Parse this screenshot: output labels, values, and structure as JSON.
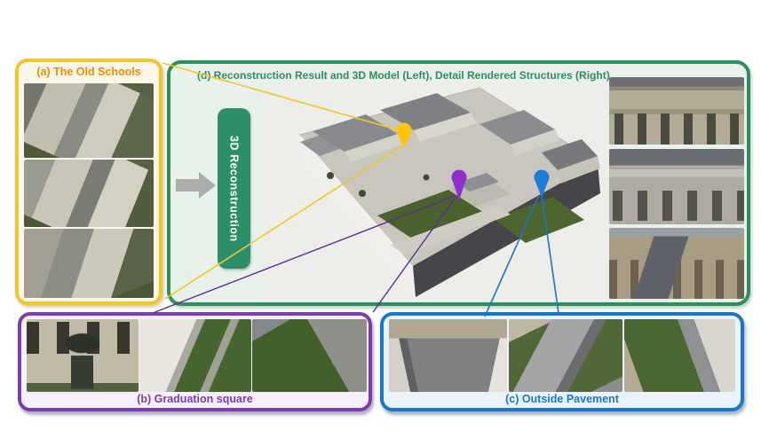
{
  "panels": {
    "a": {
      "label": "(a) The Old Schools",
      "border_color": "#F2C42D",
      "title_color": "#F18A00",
      "photos": [
        "aerial-old-schools-wide",
        "aerial-old-schools-courtyard",
        "aerial-old-schools-closeup"
      ]
    },
    "b": {
      "label": "(b) Graduation square",
      "border_color": "#7B3EA8",
      "title_color": "#7B3EA8",
      "photos": [
        "statue-and-facade",
        "lawn-with-white-buildings",
        "aerial-lawn-corner"
      ]
    },
    "c": {
      "label": "(c) Outside Pavement",
      "border_color": "#1B76C5",
      "title_color": "#1B76C5",
      "photos": [
        "aerial-pavement-street",
        "aerial-roof-and-lawns",
        "building-corner-and-lawn"
      ]
    },
    "d": {
      "label": "(d) Reconstruction Result and 3D Model (Left),  Detail Rendered Structures (Right)",
      "border_color": "#2E8F5B",
      "title_color": "#2E8F5B",
      "process_label": "3D Reconstruction",
      "detail_photos": [
        "classical-facade-pediment",
        "classical-facade-detail",
        "gothic-rooftops"
      ]
    }
  },
  "pins": [
    {
      "name": "old-schools-pin",
      "color": "#FFC30B",
      "links_to": "(a) The Old Schools"
    },
    {
      "name": "graduation-square-pin",
      "color": "#9030CB",
      "links_to": "(b) Graduation square"
    },
    {
      "name": "outside-pavement-pin",
      "color": "#1D7CD6",
      "links_to": "(c) Outside Pavement"
    }
  ],
  "arrow_color": "#ACACAC"
}
